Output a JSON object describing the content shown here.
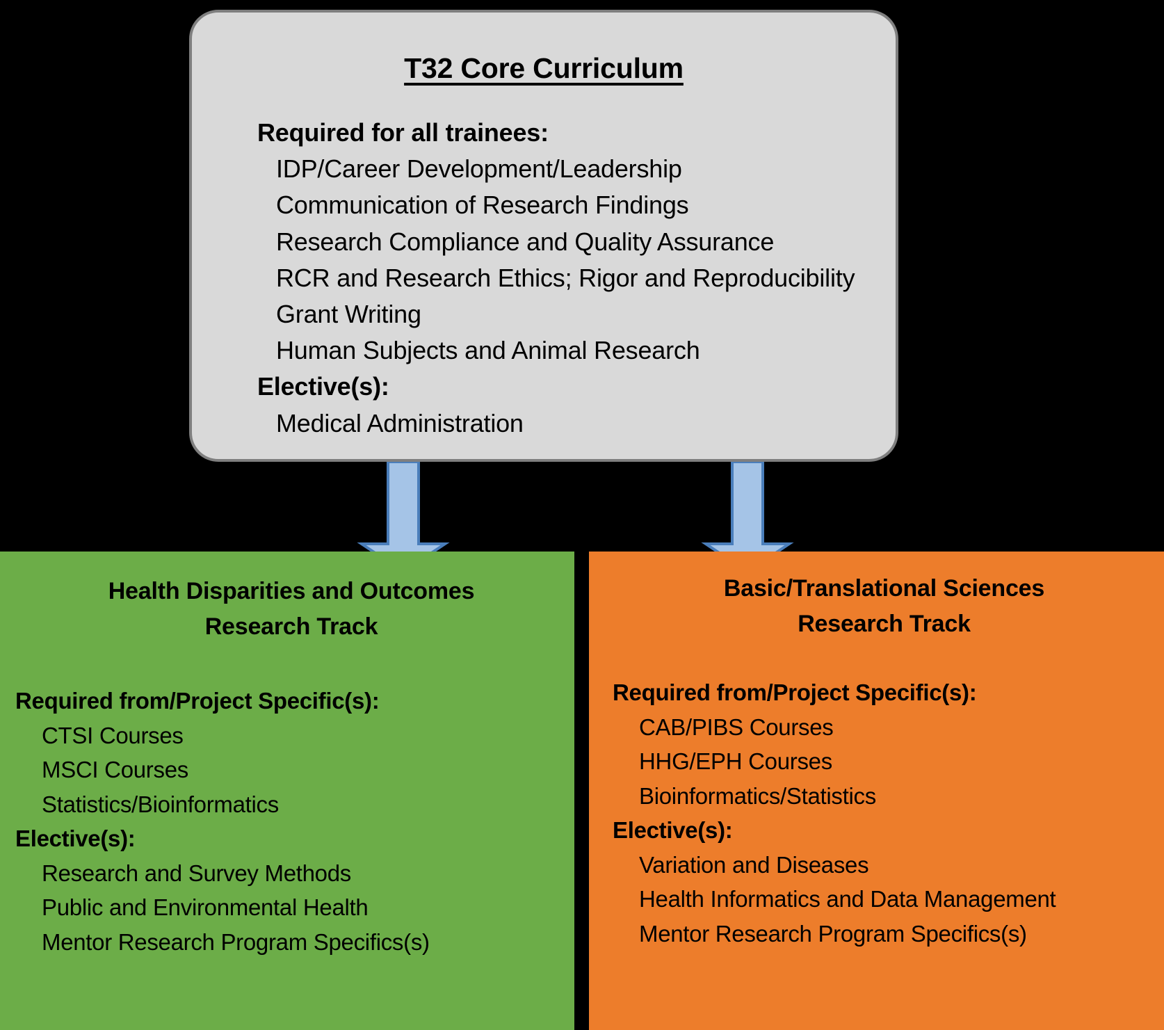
{
  "core": {
    "title": "T32 Core Curriculum",
    "required_heading": "Required for all trainees:",
    "required_items": [
      "IDP/Career Development/Leadership",
      "Communication of Research Findings",
      "Research Compliance and Quality Assurance",
      "RCR and Research Ethics; Rigor and Reproducibility",
      "Grant Writing",
      "Human Subjects and Animal Research"
    ],
    "elective_heading": "Elective(s):",
    "elective_items": [
      "Medical Administration"
    ],
    "fill_color": "#d9d9d9",
    "border_color": "#7f7f7f"
  },
  "arrows": {
    "fill_color": "#a5c4e7",
    "stroke_color": "#4a7ebb",
    "left": {
      "name": "down-arrow-to-green-track"
    },
    "right": {
      "name": "down-arrow-to-orange-track"
    }
  },
  "tracks": [
    {
      "id": "green",
      "title_line1": "Health Disparities and Outcomes",
      "title_line2": "Research Track",
      "required_heading": "Required from/Project Specific(s):",
      "required_items": [
        "CTSI Courses",
        "MSCI Courses",
        "Statistics/Bioinformatics"
      ],
      "elective_heading": "Elective(s):",
      "elective_items": [
        "Research and Survey Methods",
        "Public and Environmental Health",
        "Mentor Research Program Specifics(s)"
      ],
      "fill_color": "#6cad48"
    },
    {
      "id": "orange",
      "title_line1": "Basic/Translational Sciences",
      "title_line2": "Research Track",
      "required_heading": "Required from/Project Specific(s):",
      "required_items": [
        "CAB/PIBS Courses",
        "HHG/EPH Courses",
        "Bioinformatics/Statistics"
      ],
      "elective_heading": "Elective(s):",
      "elective_items": [
        "Variation and Diseases",
        "Health Informatics and Data Management",
        "Mentor Research Program Specifics(s)"
      ],
      "fill_color": "#ed7d2b"
    }
  ],
  "background_color": "#000000"
}
